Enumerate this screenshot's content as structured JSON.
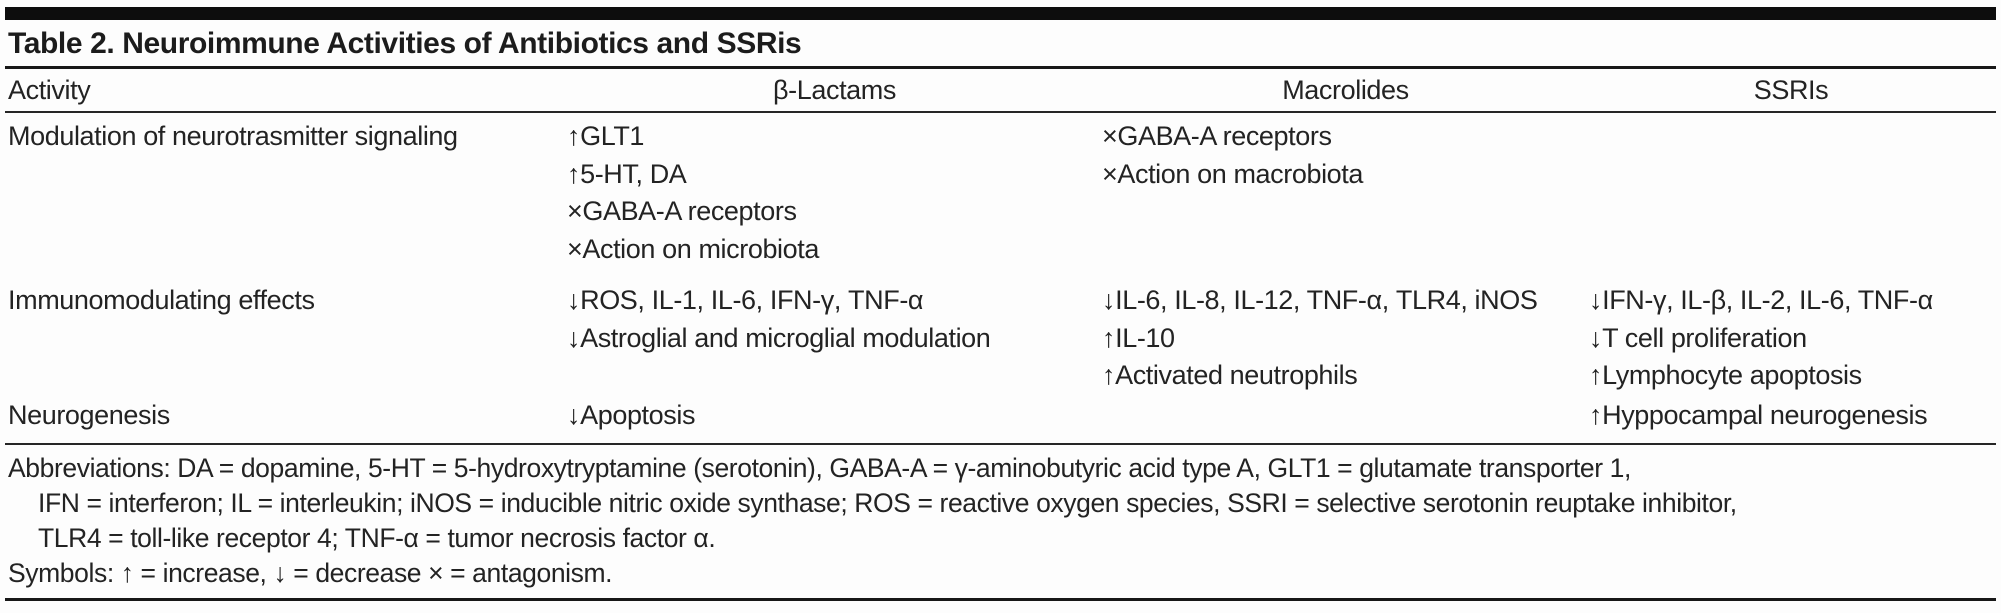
{
  "table": {
    "title": "Table 2. Neuroimmune Activities of Antibiotics and SSRis",
    "columns": [
      "Activity",
      "β-Lactams",
      "Macrolides",
      "SSRIs"
    ],
    "rows": [
      {
        "activity": "Modulation of neurotrasmitter signaling",
        "beta_lactams": [
          "↑GLT1",
          "↑5-HT, DA",
          "×GABA-A receptors",
          "×Action on microbiota"
        ],
        "macrolides": [
          "×GABA-A receptors",
          "×Action on macrobiota"
        ],
        "ssris": []
      },
      {
        "activity": "Immunomodulating effects",
        "beta_lactams": [
          "↓ROS, IL-1, IL-6, IFN-γ, TNF-α",
          "↓Astroglial and microglial modulation"
        ],
        "macrolides": [
          "↓IL-6, IL-8, IL-12, TNF-α, TLR4, iNOS",
          "↑IL-10",
          "↑Activated neutrophils"
        ],
        "ssris": [
          "↓IFN-γ, IL-β, IL-2, IL-6, TNF-α",
          "↓T cell proliferation",
          "↑Lymphocyte apoptosis"
        ]
      },
      {
        "activity": "Neurogenesis",
        "beta_lactams": [
          "↓Apoptosis"
        ],
        "macrolides": [],
        "ssris": [
          "↑Hyppocampal neurogenesis"
        ]
      }
    ],
    "footnotes": [
      "Abbreviations: DA = dopamine, 5-HT = 5-hydroxytryptamine (serotonin), GABA-A = γ-aminobutyric acid type A, GLT1 = glutamate transporter 1,",
      "IFN = interferon; IL = interleukin; iNOS = inducible nitric oxide synthase; ROS = reactive oxygen species, SSRI = selective serotonin reuptake inhibitor,",
      "TLR4 = toll-like receptor 4; TNF-α = tumor necrosis factor α.",
      "Symbols: ↑ = increase, ↓ = decrease × = antagonism."
    ]
  },
  "colors": {
    "text": "#232323",
    "rule": "#181818",
    "bar": "#0d0d0d"
  }
}
